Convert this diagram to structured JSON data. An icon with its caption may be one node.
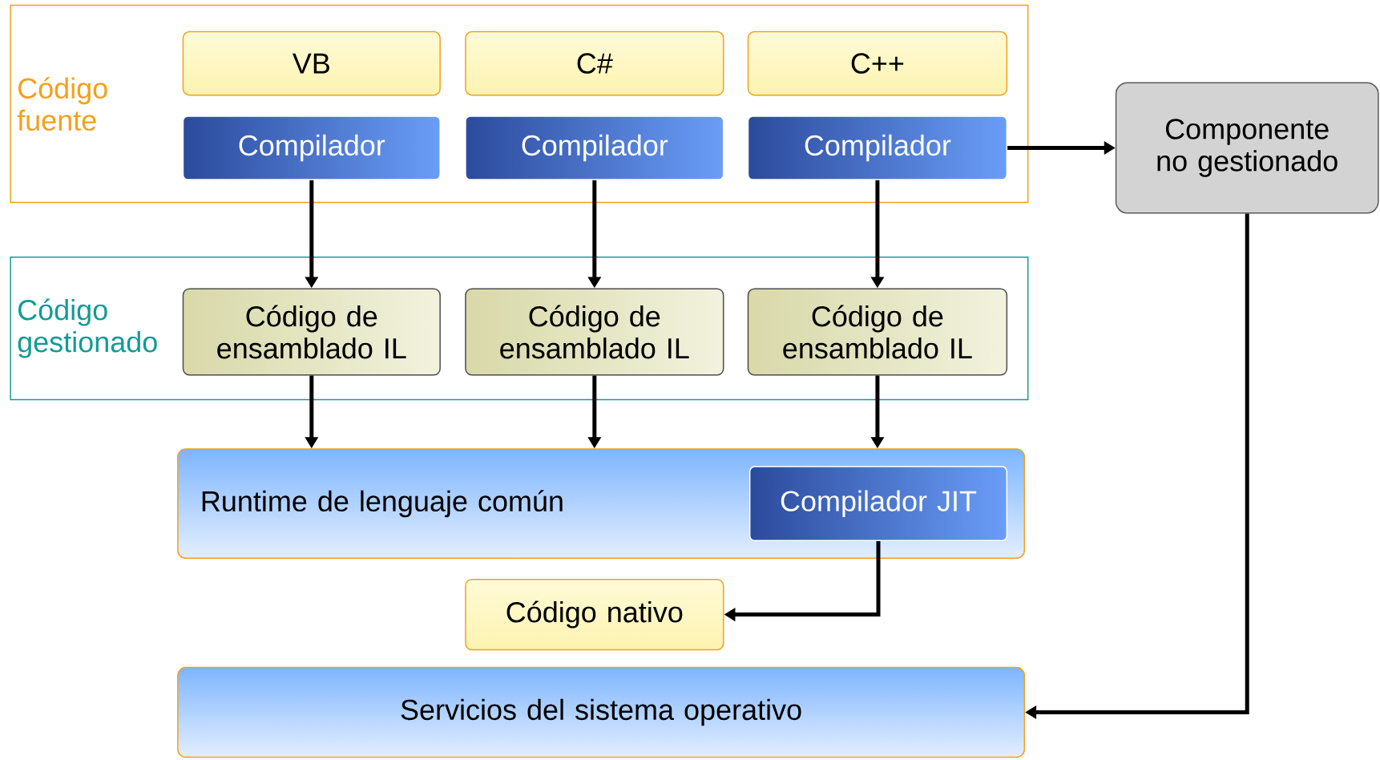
{
  "diagram": {
    "nodes": [
      {
        "text": [
          "Código fuente"
        ]
      },
      {
        "text": [
          "VB"
        ],
        "in": 0
      },
      {
        "text": [
          "C#"
        ],
        "in": 0
      },
      {
        "text": [
          "C++"
        ],
        "in": 0
      },
      {
        "text": [
          "Compilador"
        ],
        "in": 0
      },
      {
        "text": [
          "Compilador"
        ],
        "in": 0
      },
      {
        "text": [
          "Compilador"
        ],
        "in": 0
      },
      {
        "text": [
          "Componente no gestionado"
        ]
      },
      {
        "text": [
          "Código gestionado"
        ]
      },
      {
        "text": [
          "Código de ensamblado IL"
        ],
        "in": 8
      },
      {
        "text": [
          "Código de ensamblado IL"
        ],
        "in": 8
      },
      {
        "text": [
          "Código de ensamblado IL"
        ],
        "in": 8
      },
      {
        "text": [
          "Runtime de lenguaje común"
        ]
      },
      {
        "text": [
          "Compilador JIT"
        ],
        "in": 12
      },
      {
        "text": [
          "Código nativo"
        ]
      },
      {
        "text": [
          "Servicios del sistema operativo"
        ]
      }
    ],
    "edges": [
      {
        "from": 4,
        "to": 9,
        "arrow": "to"
      },
      {
        "from": 5,
        "to": 10,
        "arrow": "to"
      },
      {
        "from": 6,
        "to": 11,
        "arrow": "to"
      },
      {
        "from": 9,
        "to": 12,
        "arrow": "to"
      },
      {
        "from": 10,
        "to": 12,
        "arrow": "to"
      },
      {
        "from": 11,
        "to": 12,
        "arrow": "to"
      },
      {
        "from": 6,
        "to": 7,
        "arrow": "to"
      },
      {
        "from": 13,
        "to": 14,
        "arrow": "to"
      },
      {
        "from": 7,
        "to": 15,
        "arrow": "to"
      }
    ]
  }
}
